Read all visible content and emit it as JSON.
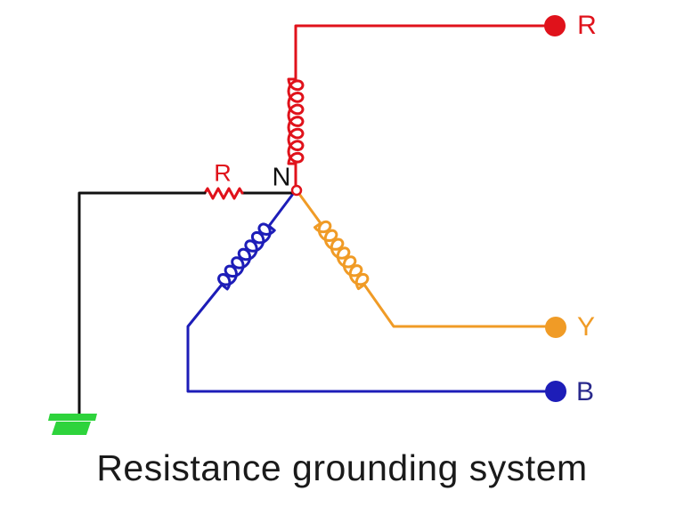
{
  "title": "Resistance grounding system",
  "labels": {
    "neutral": "N",
    "ground_resistor": "R"
  },
  "terminals": [
    {
      "id": "r",
      "label": "R"
    },
    {
      "id": "y",
      "label": "Y"
    },
    {
      "id": "b",
      "label": "B"
    }
  ],
  "colors": {
    "phase_r": "#e0121b",
    "phase_y": "#f09b26",
    "phase_b": "#1d1db8",
    "label_b": "#29298c",
    "wire": "#111111",
    "ground": "#2ed33c"
  }
}
